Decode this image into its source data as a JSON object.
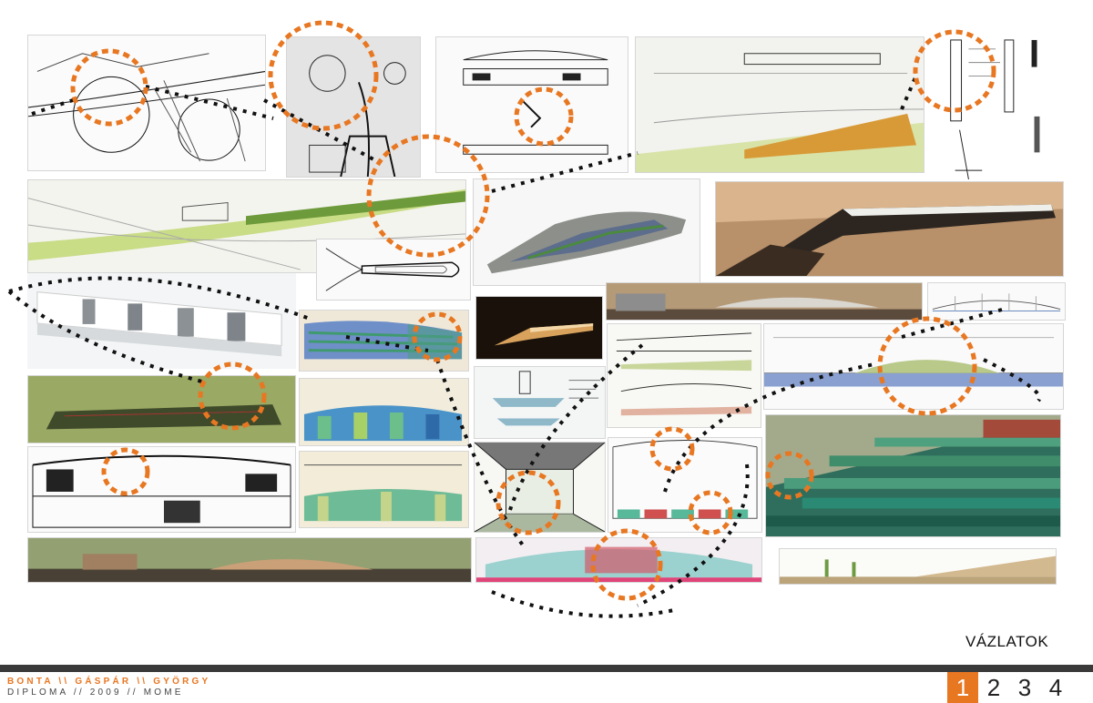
{
  "sheet": {
    "title": "VÁZLATOK"
  },
  "footer": {
    "name": "BONTA \\\\ GÁSPÁR \\\\ GYÖRGY",
    "subtitle": "DIPLOMA // 2009 // MOME"
  },
  "pager": {
    "pages": [
      "1",
      "2",
      "3",
      "4"
    ],
    "active": "1"
  },
  "colors": {
    "accent": "#e87722",
    "footer_bar": "#3a3a3a"
  }
}
